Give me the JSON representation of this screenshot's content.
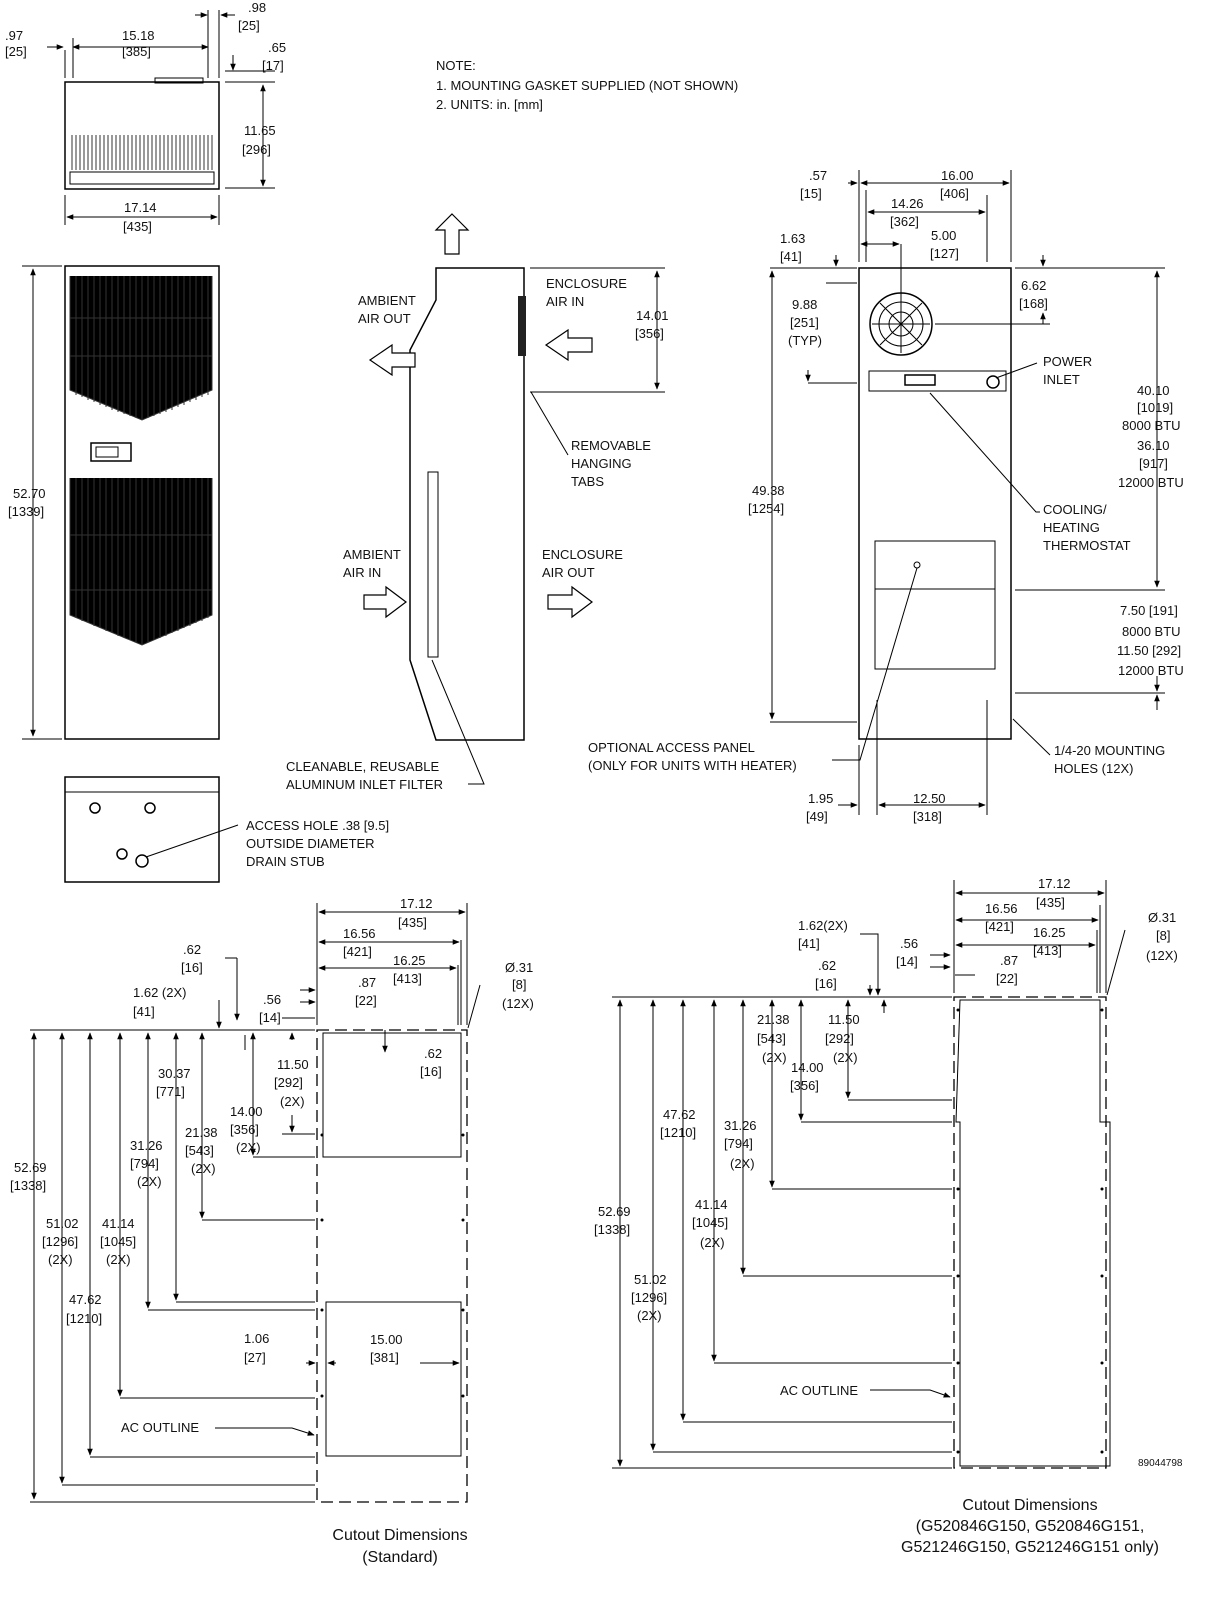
{
  "notes": {
    "title": "NOTE:",
    "line1": "1. MOUNTING GASKET SUPPLIED (NOT SHOWN)",
    "line2": "2. UNITS: in. [mm]"
  },
  "top_view": {
    "d_97": ".97",
    "d_97_mm": "[25]",
    "d_1518": "15.18",
    "d_1518_mm": "[385]",
    "d_98": ".98",
    "d_98_mm": "[25]",
    "d_65": ".65",
    "d_65_mm": "[17]",
    "d_1165": "11.65",
    "d_1165_mm": "[296]",
    "d_1714": "17.14",
    "d_1714_mm": "[435]"
  },
  "front_view": {
    "d_5270": "52.70",
    "d_5270_mm": "[1339]"
  },
  "bottom_view": {
    "access_1": "ACCESS HOLE .38 [9.5]",
    "access_2": "OUTSIDE DIAMETER",
    "access_3": "DRAIN STUB"
  },
  "side_view": {
    "ambient_out_1": "AMBIENT",
    "ambient_out_2": "AIR OUT",
    "enclosure_in_1": "ENCLOSURE",
    "enclosure_in_2": "AIR IN",
    "d_1401": "14.01",
    "d_1401_mm": "[356]",
    "tabs_1": "REMOVABLE",
    "tabs_2": "HANGING",
    "tabs_3": "TABS",
    "ambient_in_1": "AMBIENT",
    "ambient_in_2": "AIR IN",
    "enclosure_out_1": "ENCLOSURE",
    "enclosure_out_2": "AIR OUT",
    "filter_1": "CLEANABLE, REUSABLE",
    "filter_2": "ALUMINUM INLET FILTER"
  },
  "rear_view": {
    "d_57": ".57",
    "d_57_mm": "[15]",
    "d_1600": "16.00",
    "d_1600_mm": "[406]",
    "d_1426": "14.26",
    "d_1426_mm": "[362]",
    "d_500": "5.00",
    "d_500_mm": "[127]",
    "d_163": "1.63",
    "d_163_mm": "[41]",
    "d_662": "6.62",
    "d_662_mm": "[168]",
    "d_988": "9.88",
    "d_988_mm": "[251]",
    "d_988_typ": "(TYP)",
    "power_1": "POWER",
    "power_2": "INLET",
    "d_4010": "40.10",
    "d_4010_mm": "[1019]",
    "btu_8000": "8000 BTU",
    "d_3610": "36.10",
    "d_3610_mm": "[917]",
    "btu_12000": "12000 BTU",
    "d_4938": "49.38",
    "d_4938_mm": "[1254]",
    "thermo_1": "COOLING/",
    "thermo_2": "HEATING",
    "thermo_3": "THERMOSTAT",
    "d_750": "7.50 [191]",
    "btu_8000b": "8000 BTU",
    "d_1150": "11.50 [292]",
    "btu_12000b": "12000 BTU",
    "access_1": "OPTIONAL ACCESS PANEL",
    "access_2": "(ONLY FOR UNITS WITH HEATER)",
    "holes_1": "1/4-20 MOUNTING",
    "holes_2": "HOLES (12X)",
    "d_195": "1.95",
    "d_195_mm": "[49]",
    "d_1250": "12.50",
    "d_1250_mm": "[318]"
  },
  "cutout_standard": {
    "d_1712": "17.12",
    "d_1712_mm": "[435]",
    "d_1656": "16.56",
    "d_1656_mm": "[421]",
    "d_1625": "16.25",
    "d_1625_mm": "[413]",
    "d_031": "Ø.31",
    "d_031_mm": "[8]",
    "d_031_x": "(12X)",
    "d_62a": ".62",
    "d_62a_mm": "[16]",
    "d_87": ".87",
    "d_87_mm": "[22]",
    "d_162": "1.62 (2X)",
    "d_162_mm": "[41]",
    "d_56": ".56",
    "d_56_mm": "[14]",
    "d_1150": "11.50",
    "d_1150_mm": "[292]",
    "d_1150_x": "(2X)",
    "d_62b": ".62",
    "d_62b_mm": "[16]",
    "d_3037": "30.37",
    "d_3037_mm": "[771]",
    "d_1400": "14.00",
    "d_1400_mm": "[356]",
    "d_1400_x": "(2X)",
    "d_2138": "21.38",
    "d_2138_mm": "[543]",
    "d_2138_x": "(2X)",
    "d_3126": "31.26",
    "d_3126_mm": "[794]",
    "d_3126_x": "(2X)",
    "d_5269": "52.69",
    "d_5269_mm": "[1338]",
    "d_5102": "51.02",
    "d_5102_mm": "[1296]",
    "d_5102_x": "(2X)",
    "d_4114": "41.14",
    "d_4114_mm": "[1045]",
    "d_4114_x": "(2X)",
    "d_4762": "47.62",
    "d_4762_mm": "[1210]",
    "d_106": "1.06",
    "d_106_mm": "[27]",
    "d_1500": "15.00",
    "d_1500_mm": "[381]",
    "ac_outline": "AC OUTLINE",
    "caption_1": "Cutout Dimensions",
    "caption_2": "(Standard)"
  },
  "cutout_special": {
    "d_1712": "17.12",
    "d_1712_mm": "[435]",
    "d_1656": "16.56",
    "d_1656_mm": "[421]",
    "d_1625": "16.25",
    "d_1625_mm": "[413]",
    "d_031": "Ø.31",
    "d_031_mm": "[8]",
    "d_031_x": "(12X)",
    "d_162": "1.62(2X)",
    "d_162_mm": "[41]",
    "d_56": ".56",
    "d_56_mm": "[14]",
    "d_62": ".62",
    "d_62_mm": "[16]",
    "d_87": ".87",
    "d_87_mm": "[22]",
    "d_2138": "21.38",
    "d_2138_mm": "[543]",
    "d_2138_x": "(2X)",
    "d_1150": "11.50",
    "d_1150_mm": "[292]",
    "d_1150_x": "(2X)",
    "d_1400": "14.00",
    "d_1400_mm": "[356]",
    "d_4762": "47.62",
    "d_4762_mm": "[1210]",
    "d_3126": "31.26",
    "d_3126_mm": "[794]",
    "d_3126_x": "(2X)",
    "d_5269": "52.69",
    "d_5269_mm": "[1338]",
    "d_4114": "41.14",
    "d_4114_mm": "[1045]",
    "d_4114_x": "(2X)",
    "d_5102": "51.02",
    "d_5102_mm": "[1296]",
    "d_5102_x": "(2X)",
    "ac_outline": "AC OUTLINE",
    "drawing_no": "89044798",
    "caption_1": "Cutout Dimensions",
    "caption_2": "(G520846G150, G520846G151,",
    "caption_3": "G521246G150, G521246G151 only)"
  }
}
